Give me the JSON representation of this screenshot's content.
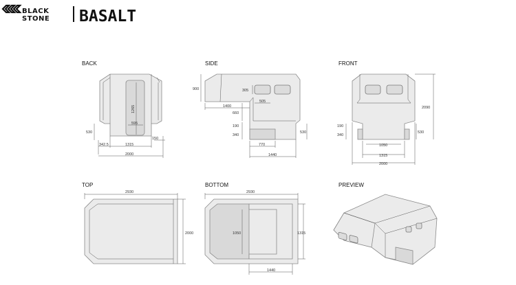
{
  "brand": {
    "line1": "BLACK",
    "line2": "STONE",
    "product": "BASALT"
  },
  "views": {
    "back": {
      "title": "BACK",
      "dims": {
        "height_window": "1265",
        "window_width": "595",
        "step_height": "530",
        "side_offset": "342.5",
        "inner_width": "1315",
        "total_width": "2000",
        "ground": "150"
      }
    },
    "side": {
      "title": "SIDE",
      "dims": {
        "cab_height": "900",
        "window_height": "305",
        "window_width": "505",
        "overhang": "1400",
        "upper": "660",
        "mid": "190",
        "lower": "340",
        "step": "530",
        "box_length": "770",
        "base_length": "1440"
      }
    },
    "front": {
      "title": "FRONT",
      "dims": {
        "total_height": "2090",
        "mid": "190",
        "lower": "340",
        "step": "530",
        "inner": "1050",
        "middle": "1315",
        "total_width": "2000"
      }
    },
    "top": {
      "title": "TOP",
      "dims": {
        "length": "2930",
        "width": "2000"
      }
    },
    "bottom": {
      "title": "BOTTOM",
      "dims": {
        "length": "2930",
        "inner": "1050",
        "middle": "1315",
        "base": "1440"
      }
    },
    "preview": {
      "title": "PREVIEW"
    }
  }
}
